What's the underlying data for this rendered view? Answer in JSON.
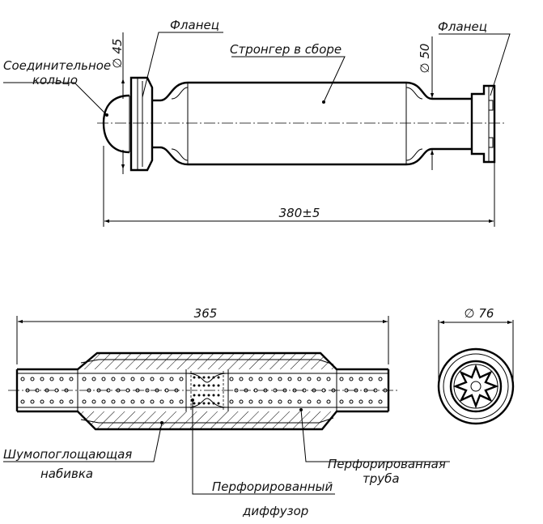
{
  "labels": {
    "flange_left": "Фланец",
    "flange_right": "Фланец",
    "ring_line1": "Соединительное",
    "ring_line2": "кольцо",
    "stronger": "Стронгер в сборе",
    "sound_line1": "Шумопоглощающая",
    "sound_line2": "набивка",
    "diffuser_line1": "Перфорированный",
    "diffuser_line2": "диффузор",
    "pipe_line1": "Перфорированная",
    "pipe_line2": "труба"
  },
  "dimensions": {
    "d45": "∅ 45",
    "d50": "∅ 50",
    "length_total": "380±5",
    "length_body": "365",
    "d76": "∅ 76"
  }
}
